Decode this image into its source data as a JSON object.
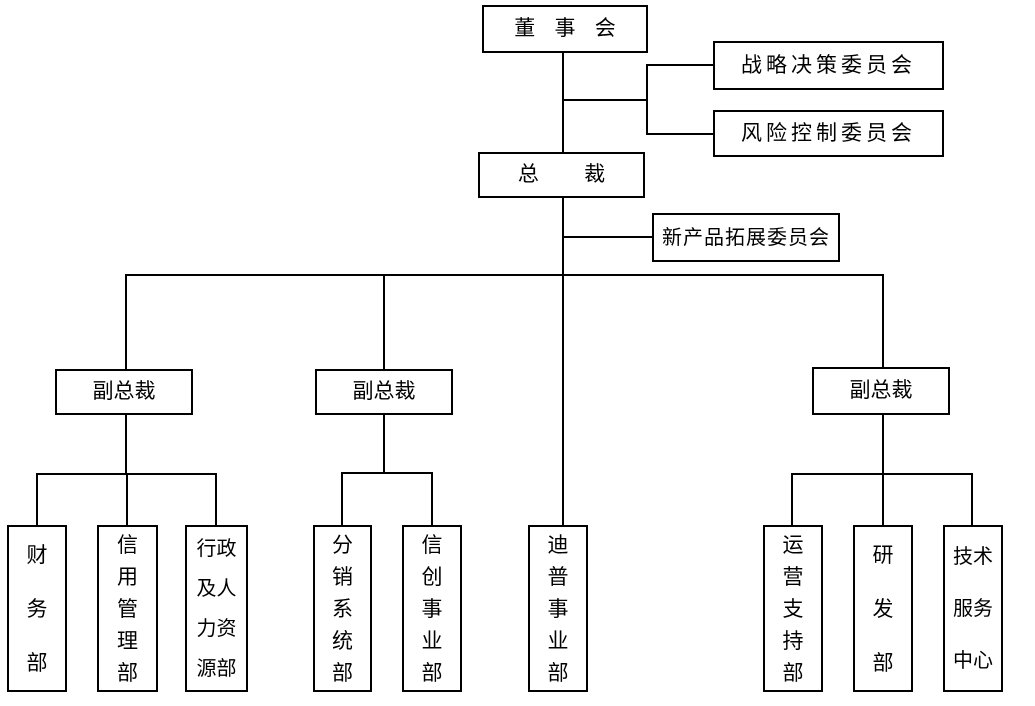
{
  "diagram_type": "organization-chart",
  "colors": {
    "background": "#ffffff",
    "box_border": "#000000",
    "connector_line": "#000000",
    "text": "#000000"
  },
  "nodes": {
    "board": {
      "label": "董 事 会",
      "full_name": "董事会"
    },
    "strategy_committee": {
      "label": "战略决策委员会",
      "full_name": "战略决策委员会"
    },
    "risk_committee": {
      "label": "风险控制委员会",
      "full_name": "风险控制委员会"
    },
    "president": {
      "label": "总 裁",
      "full_name": "总裁"
    },
    "new_product_committee": {
      "label": "新产品拓展委员会",
      "full_name": "新产品拓展委员会"
    },
    "vp_left": {
      "label": "副总裁",
      "full_name": "副总裁"
    },
    "vp_middle": {
      "label": "副总裁",
      "full_name": "副总裁"
    },
    "vp_right": {
      "label": "副总裁",
      "full_name": "副总裁"
    },
    "dept_finance": {
      "label": "财\n务\n部",
      "full_name": "财务部"
    },
    "dept_credit": {
      "label": "信\n用\n管\n理\n部",
      "full_name": "信用管理部"
    },
    "dept_admin_hr": {
      "label": "行政\n及人\n力资\n源部",
      "full_name": "行政及人力资源部"
    },
    "dept_distribution": {
      "label": "分\n销\n系\n统\n部",
      "full_name": "分销系统部"
    },
    "dept_xinchuang": {
      "label": "信\n创\n事\n业\n部",
      "full_name": "信创事业部"
    },
    "dept_dipu": {
      "label": "迪\n普\n事\n业\n部",
      "full_name": "迪普事业部"
    },
    "dept_ops_support": {
      "label": "运\n营\n支\n持\n部",
      "full_name": "运营支持部"
    },
    "dept_rd": {
      "label": "研\n发\n部",
      "full_name": "研发部"
    },
    "dept_tech_service": {
      "label": "技术\n服务\n中心",
      "full_name": "技术服务中心"
    }
  },
  "edges": [
    [
      "board",
      "strategy_committee"
    ],
    [
      "board",
      "risk_committee"
    ],
    [
      "board",
      "president"
    ],
    [
      "president",
      "new_product_committee"
    ],
    [
      "president",
      "vp_left"
    ],
    [
      "president",
      "vp_middle"
    ],
    [
      "president",
      "vp_right"
    ],
    [
      "president",
      "dept_dipu"
    ],
    [
      "vp_left",
      "dept_finance"
    ],
    [
      "vp_left",
      "dept_credit"
    ],
    [
      "vp_left",
      "dept_admin_hr"
    ],
    [
      "vp_middle",
      "dept_distribution"
    ],
    [
      "vp_middle",
      "dept_xinchuang"
    ],
    [
      "vp_right",
      "dept_ops_support"
    ],
    [
      "vp_right",
      "dept_rd"
    ],
    [
      "vp_right",
      "dept_tech_service"
    ]
  ]
}
